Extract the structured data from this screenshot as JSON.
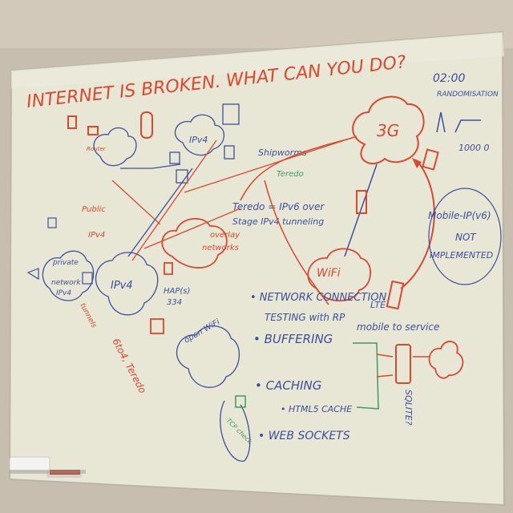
{
  "board": {
    "title": "INTERNET IS BROKEN. WHAT CAN YOU DO?",
    "clock": "02:00",
    "randomisation": "RANDOMISATION",
    "counter": "1000 0",
    "cloud_3g": "3G",
    "shipworms": "Shipworms",
    "teredo_small": "Teredo",
    "teredo_line1": "Teredo = IPv6 over",
    "teredo_line2": "Stage      IPv4 tunneling",
    "mobile_ip": "Mobile-IP(v6)",
    "not_implemented_1": "NOT",
    "not_implemented_2": "IMPLEMENTED",
    "overlay": "overlay",
    "networks": "networks",
    "public_ipv4_1": "Public",
    "public_ipv4_2": "IPv4",
    "ipv4_cloud_top": "IPv4",
    "ipv4_cloud_mid": "IPv4",
    "private_network_1": "private",
    "private_network_2": "network",
    "private_network_3": "IPv4",
    "haps": "HAP(s)",
    "haps_num": "334",
    "wifi": "WiFi",
    "lte": "LTE",
    "bullet_network": "• NETWORK CONNECTION",
    "bullet_network_2": "TESTING with RP",
    "mobile_to_service": "mobile to service",
    "bullet_buffering": "• BUFFERING",
    "bullet_caching": "• CACHING",
    "html5_cache": "• HTML5 CACHE",
    "bullet_websockets": "• WEB SOCKETS",
    "sqlite": "SQLITE?",
    "open_wifi": "open WiFi",
    "red_diag_1": "6to4, Teredo",
    "red_diag_2": "tunnels",
    "tcp_check": "TCP check"
  },
  "colors": {
    "board": "#e9e7d6",
    "red_marker": "#d8492f",
    "blue_marker": "#3d4f9c",
    "green_marker": "#3f9a63",
    "wall": "#cbc2b4",
    "eraser": "#f2f2f2"
  }
}
